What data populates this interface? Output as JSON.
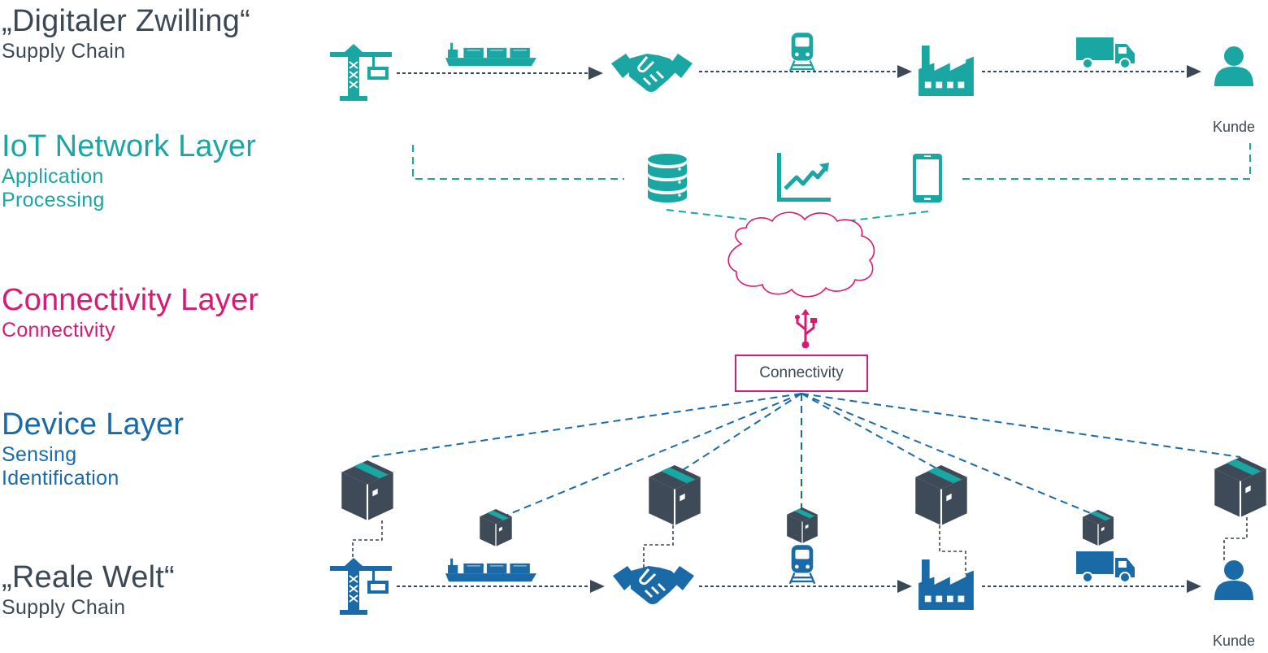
{
  "colors": {
    "teal": "#1aa7a4",
    "blue": "#1a6aa8",
    "magenta": "#d81b72",
    "dark": "#3b4856",
    "box_dark": "#3e4a57",
    "box_lid": "#1aa7a4"
  },
  "layers": {
    "digital": {
      "title": "„Digitaler Zwilling“",
      "sub": [
        "Supply Chain"
      ]
    },
    "iot": {
      "title": "IoT Network Layer",
      "sub": [
        "Application",
        "Processing"
      ]
    },
    "connectivity": {
      "title": "Connectivity Layer",
      "sub": [
        "Connectivity"
      ]
    },
    "device": {
      "title": "Device Layer",
      "sub": [
        "Sensing",
        "Identification"
      ]
    },
    "real": {
      "title": "„Reale Welt“",
      "sub": [
        "Supply Chain"
      ]
    }
  },
  "digital_chain": [
    "crane-icon",
    "ship-icon",
    "handshake-icon",
    "train-icon",
    "factory-icon",
    "truck-icon",
    "customer-icon"
  ],
  "iot_services": [
    "database-icon",
    "chart-icon",
    "smartphone-icon"
  ],
  "cloud_icon": "cloud-icon",
  "usb_icon": "usb-icon",
  "connectivity_box": {
    "label": "Connectivity"
  },
  "device_boxes": [
    "package-icon",
    "package-icon",
    "package-icon",
    "package-icon",
    "package-icon",
    "package-icon",
    "package-icon"
  ],
  "real_chain": [
    "crane-icon",
    "ship-icon",
    "handshake-icon",
    "train-icon",
    "factory-icon",
    "truck-icon",
    "customer-icon"
  ],
  "customer_label": "Kunde"
}
